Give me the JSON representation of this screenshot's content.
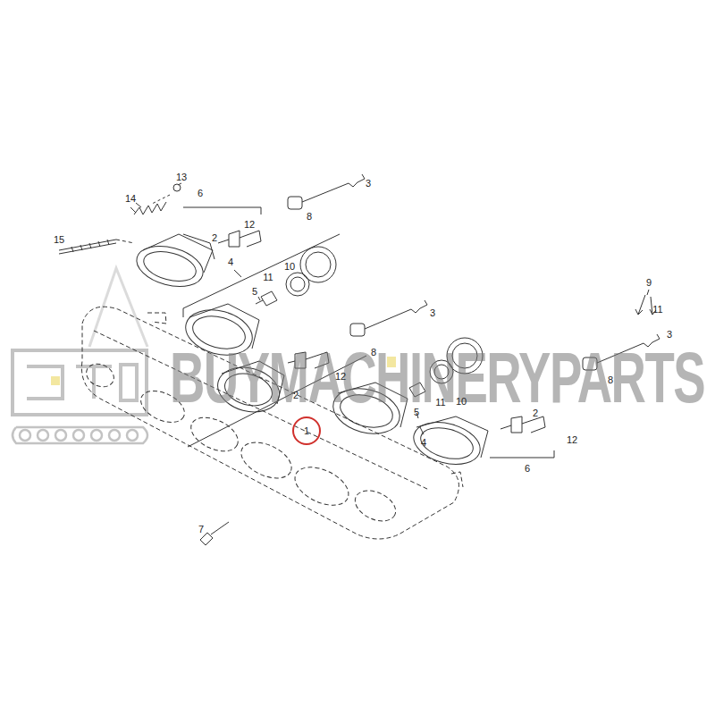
{
  "diagram": {
    "labels": [
      "13",
      "14",
      "6",
      "12",
      "2",
      "3",
      "8",
      "15",
      "4",
      "11",
      "10",
      "5",
      "3",
      "8",
      "12",
      "2",
      "1",
      "9",
      "11",
      "3",
      "8",
      "11",
      "10",
      "5",
      "4",
      "2",
      "12",
      "6",
      "7",
      "BUYMACHINERYPARTS"
    ]
  }
}
